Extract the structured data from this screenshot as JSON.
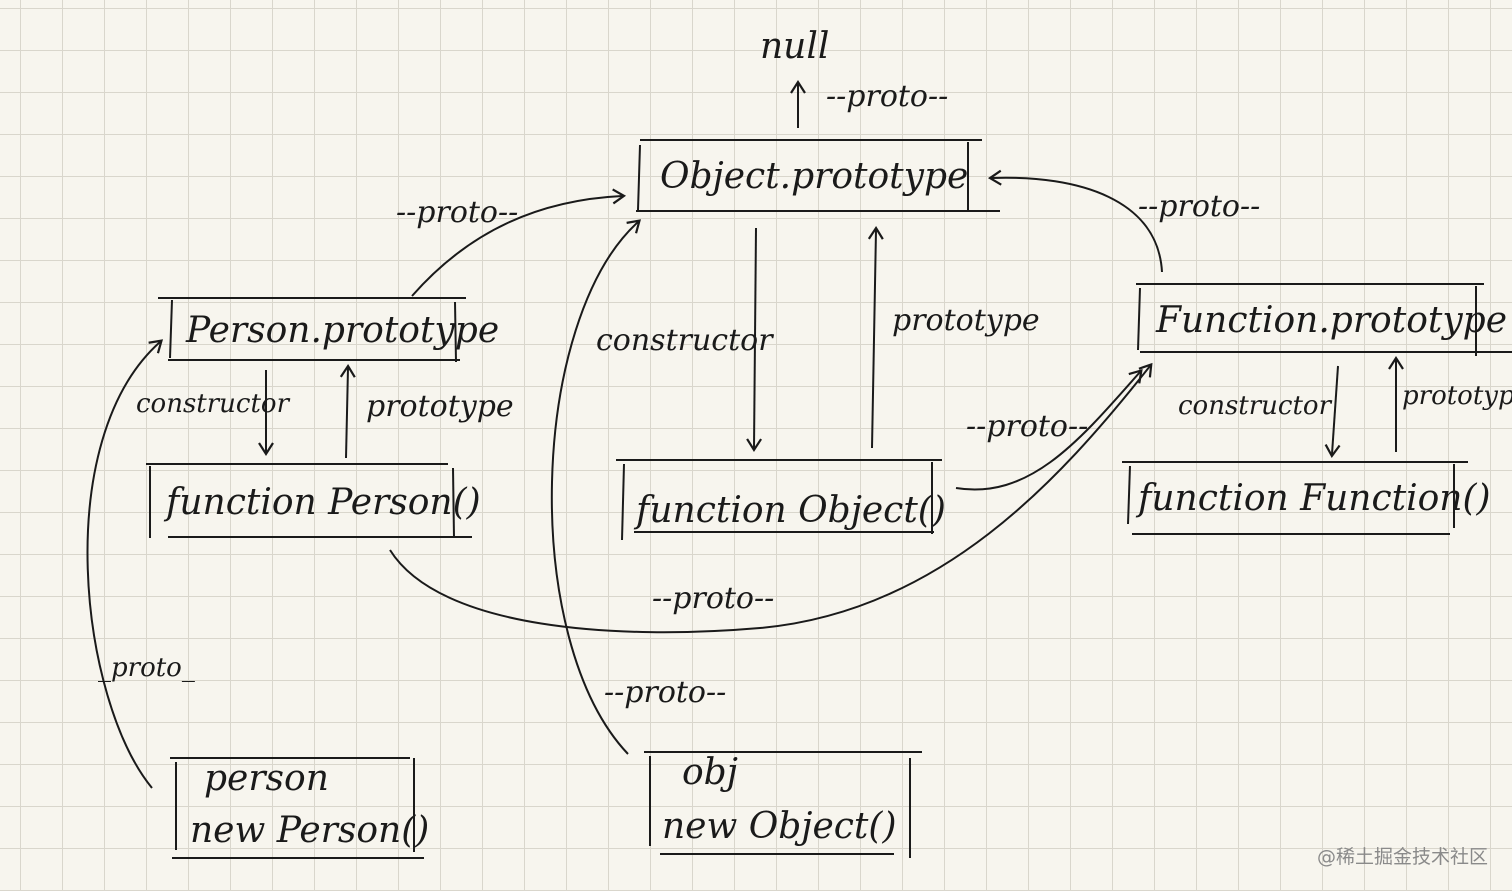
{
  "nodes": {
    "null": "null",
    "object_prototype": "Object.prototype",
    "person_prototype": "Person.prototype",
    "function_prototype": "Function.prototype",
    "function_person": "function Person()",
    "function_object": "function Object()",
    "function_function": "function Function()",
    "person_instance": {
      "line1": "person",
      "line2": "new Person()"
    },
    "obj_instance": {
      "line1": "obj",
      "line2": "new Object()"
    }
  },
  "labels": {
    "proto": "--proto--",
    "proto_short": "_proto_",
    "constructor": "constructor",
    "prototype": "prototype"
  },
  "watermark": "@稀土掘金技术社区"
}
